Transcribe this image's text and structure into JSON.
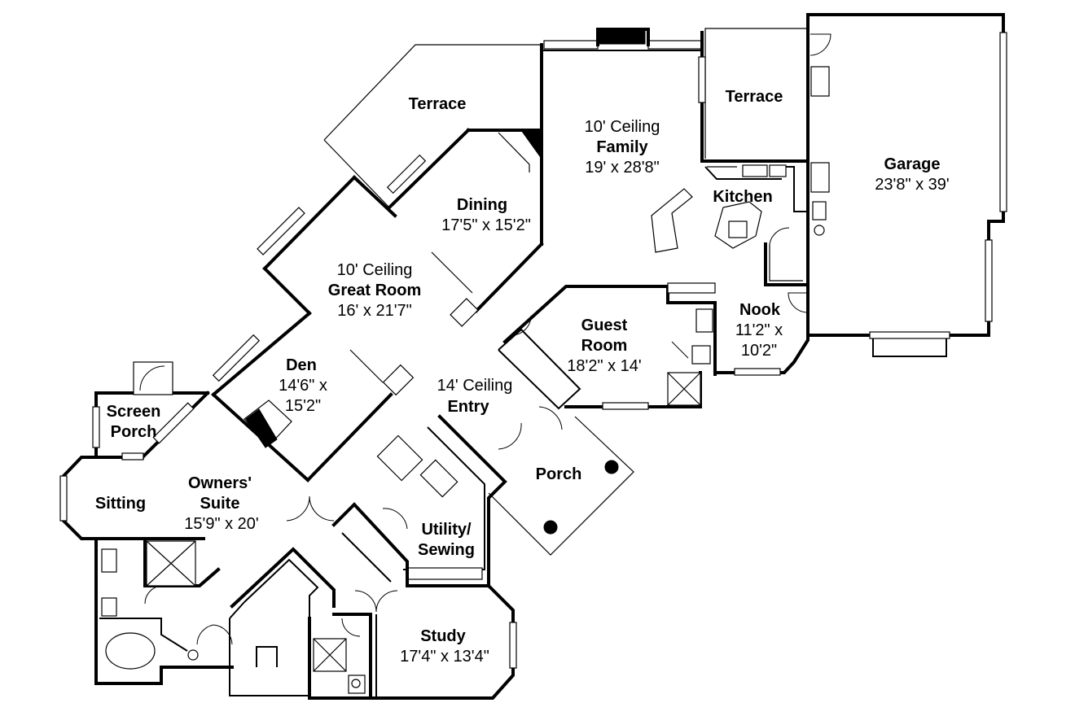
{
  "rooms": {
    "terrace_left": {
      "name": "Terrace"
    },
    "terrace_right": {
      "name": "Terrace"
    },
    "family": {
      "ceiling": "10' Ceiling",
      "name": "Family",
      "size": "19' x 28'8\""
    },
    "garage": {
      "name": "Garage",
      "size": "23'8\" x 39'"
    },
    "kitchen": {
      "name": "Kitchen"
    },
    "dining": {
      "name": "Dining",
      "size": "17'5\" x 15'2\""
    },
    "great_room": {
      "ceiling": "10' Ceiling",
      "name": "Great Room",
      "size": "16' x 21'7\""
    },
    "nook": {
      "name": "Nook",
      "size_line1": "11'2\" x",
      "size_line2": "10'2\""
    },
    "guest_room": {
      "name_line1": "Guest",
      "name_line2": "Room",
      "size": "18'2\" x 14'"
    },
    "den": {
      "name": "Den",
      "size_line1": "14'6\" x",
      "size_line2": "15'2\""
    },
    "entry": {
      "ceiling": "14' Ceiling",
      "name": "Entry"
    },
    "screen_porch": {
      "name_line1": "Screen",
      "name_line2": "Porch"
    },
    "porch": {
      "name": "Porch"
    },
    "sitting": {
      "name": "Sitting"
    },
    "owners_suite": {
      "name_line1": "Owners'",
      "name_line2": "Suite",
      "size": "15'9\" x 20'"
    },
    "utility": {
      "name_line1": "Utility/",
      "name_line2": "Sewing"
    },
    "study": {
      "name": "Study",
      "size": "17'4\" x 13'4\""
    }
  }
}
